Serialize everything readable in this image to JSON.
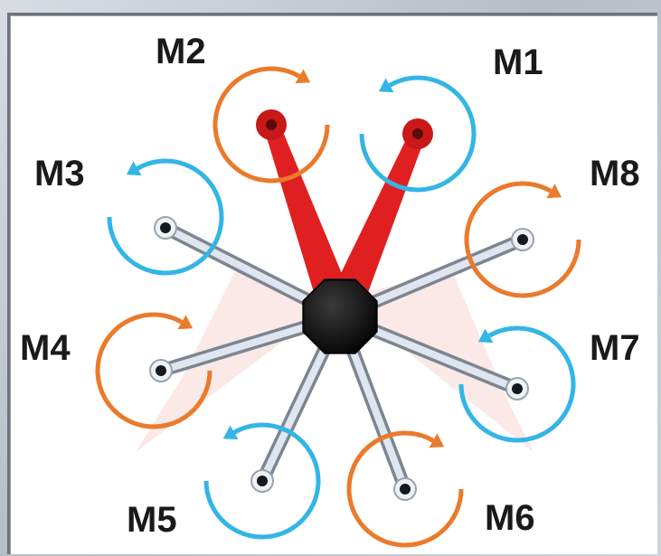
{
  "diagram": {
    "motors": [
      {
        "id": "m1",
        "label": "M1",
        "rotation": "counter-clockwise",
        "color": "#33b5e5"
      },
      {
        "id": "m2",
        "label": "M2",
        "rotation": "clockwise",
        "color": "#ea7a2c"
      },
      {
        "id": "m3",
        "label": "M3",
        "rotation": "counter-clockwise",
        "color": "#33b5e5"
      },
      {
        "id": "m4",
        "label": "M4",
        "rotation": "clockwise",
        "color": "#ea7a2c"
      },
      {
        "id": "m5",
        "label": "M5",
        "rotation": "counter-clockwise",
        "color": "#33b5e5"
      },
      {
        "id": "m6",
        "label": "M6",
        "rotation": "clockwise",
        "color": "#ea7a2c"
      },
      {
        "id": "m7",
        "label": "M7",
        "rotation": "counter-clockwise",
        "color": "#33b5e5"
      },
      {
        "id": "m8",
        "label": "M8",
        "rotation": "clockwise",
        "color": "#ea7a2c"
      }
    ],
    "colors": {
      "front_arm": "#e02020",
      "rear_arm": "#8a9099",
      "hub": "#0d0d0d",
      "cw_ring": "#ea7a2c",
      "ccw_ring": "#33b5e5"
    }
  }
}
